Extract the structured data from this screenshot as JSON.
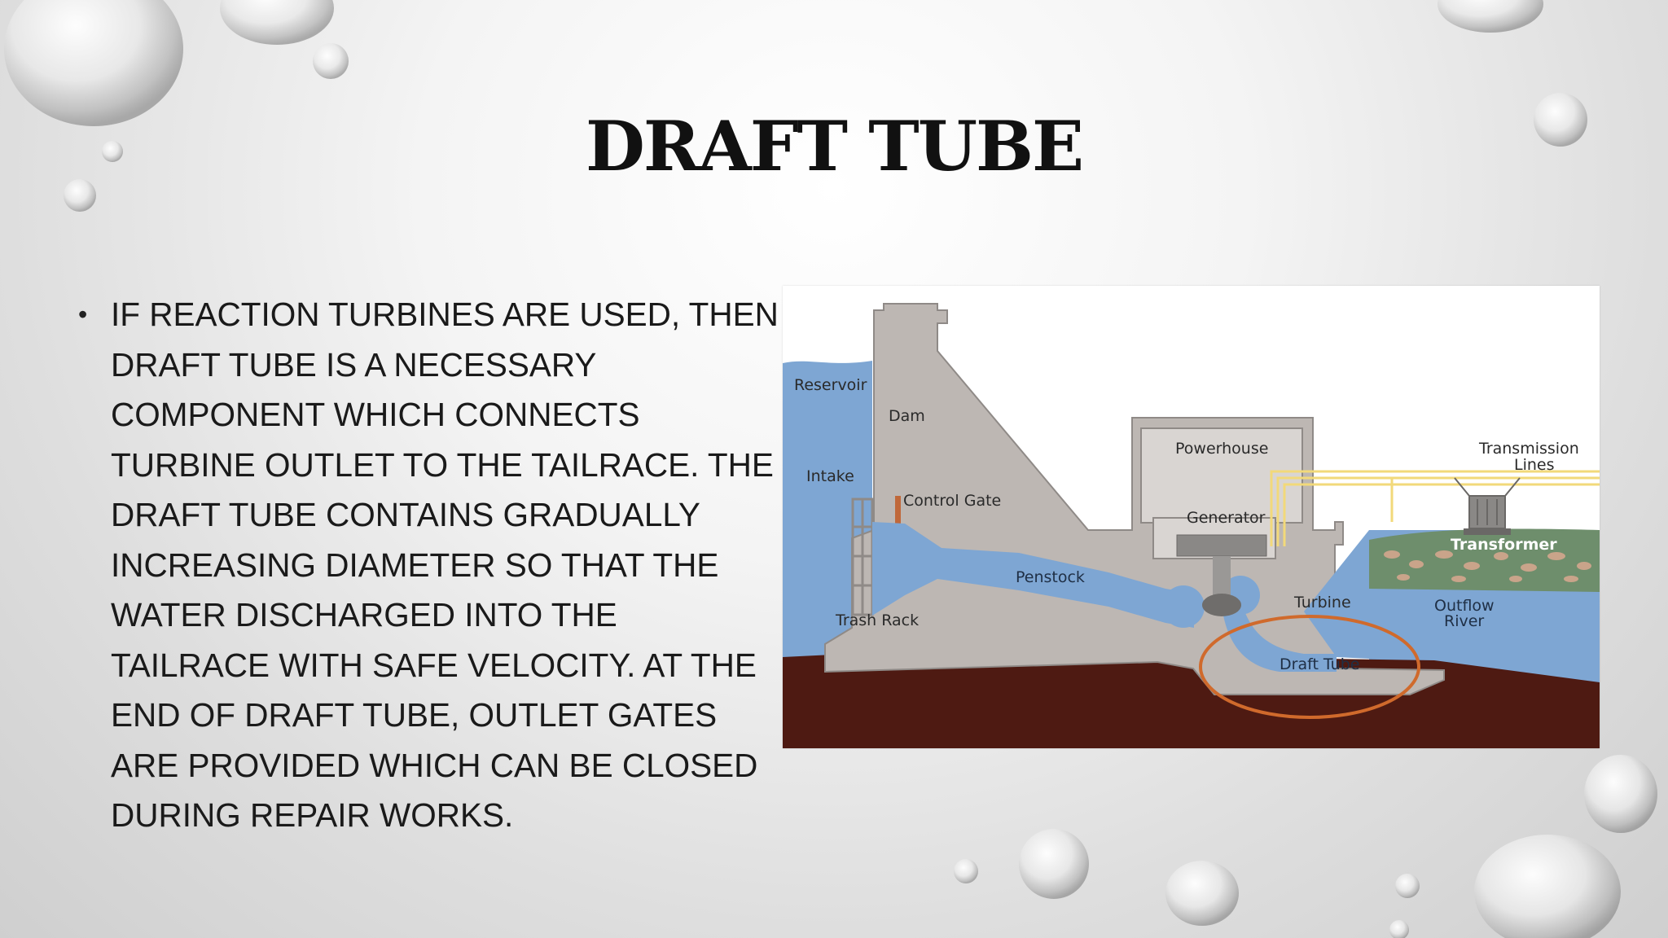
{
  "slide": {
    "title": "DRAFT TUBE",
    "bullet": "If reaction turbines are used, then draft tube is a necessary component which connects turbine outlet to the tailrace. The draft tube contains gradually increasing diameter so that the water discharged into the tailrace with safe velocity. At the end of draft tube, outlet gates are provided which can be closed during repair works."
  },
  "diagram": {
    "labels": {
      "reservoir": "Reservoir",
      "dam": "Dam",
      "intake": "Intake",
      "control_gate": "Control Gate",
      "powerhouse": "Powerhouse",
      "generator": "Generator",
      "transmission_line1": "Transmission",
      "transmission_line2": "Lines",
      "transformer": "Transformer",
      "penstock": "Penstock",
      "turbine": "Turbine",
      "outflow_line1": "Outflow",
      "outflow_line2": "River",
      "trash_rack": "Trash Rack",
      "draft_tube": "Draft Tube"
    },
    "colors": {
      "water": "#7ea6d3",
      "concrete": "#bdb7b3",
      "ground": "#4e1a12",
      "highlight": "#d06a2c",
      "lines": "#f2d97a"
    }
  }
}
